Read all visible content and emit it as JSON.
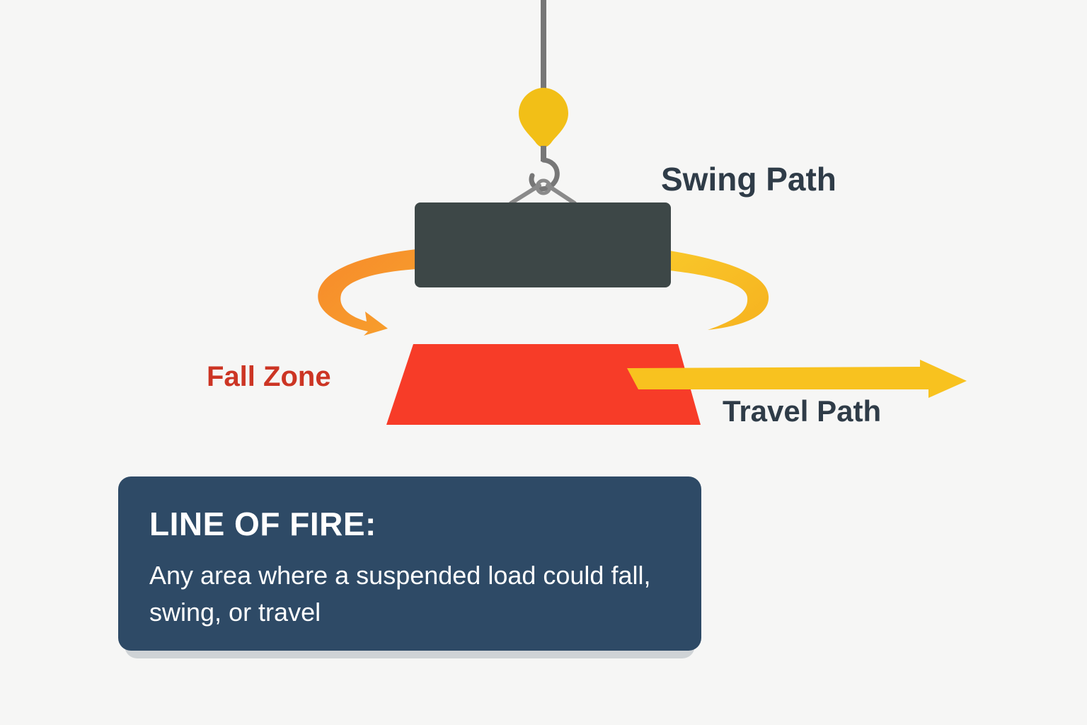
{
  "labels": {
    "swing_path": "Swing Path",
    "fall_zone": "Fall Zone",
    "travel_path": "Travel Path"
  },
  "info_box": {
    "title": "LINE OF FIRE:",
    "description": "Any area where a suspended load could fall, swing, or travel"
  },
  "colors": {
    "background": "#f6f6f5",
    "load": "#3d4747",
    "hook_block": "#f2bf17",
    "cable": "#777777",
    "swing_arrow_left": "#f5902a",
    "swing_arrow_right": "#f8bf25",
    "fall_zone": "#f73c28",
    "travel_arrow": "#f8c21f",
    "info_box": "#2e4a66",
    "swing_label": "#2f3c48",
    "fall_label": "#cc3524"
  }
}
